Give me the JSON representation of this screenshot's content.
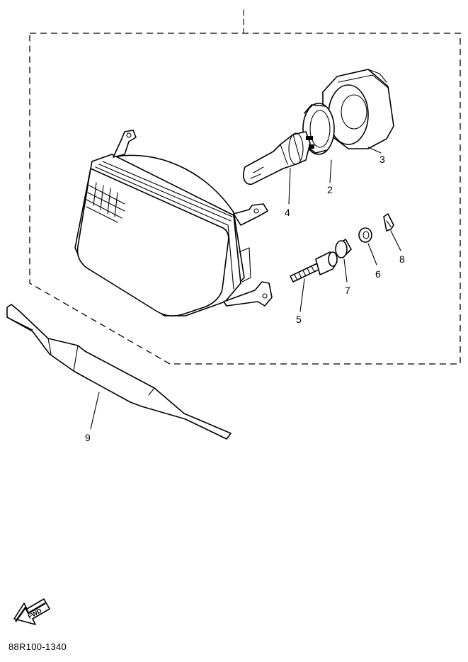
{
  "diagram": {
    "part_numbers": [
      {
        "id": "1",
        "label": "2"
      },
      {
        "id": "2",
        "label": "3"
      },
      {
        "id": "3",
        "label": "4"
      },
      {
        "id": "4",
        "label": "8"
      },
      {
        "id": "5",
        "label": "6"
      },
      {
        "id": "6",
        "label": "7"
      },
      {
        "id": "7",
        "label": "5"
      },
      {
        "id": "8",
        "label": "9"
      }
    ],
    "fwd_label": "FWD",
    "drawing_code": "88R100-1340"
  }
}
